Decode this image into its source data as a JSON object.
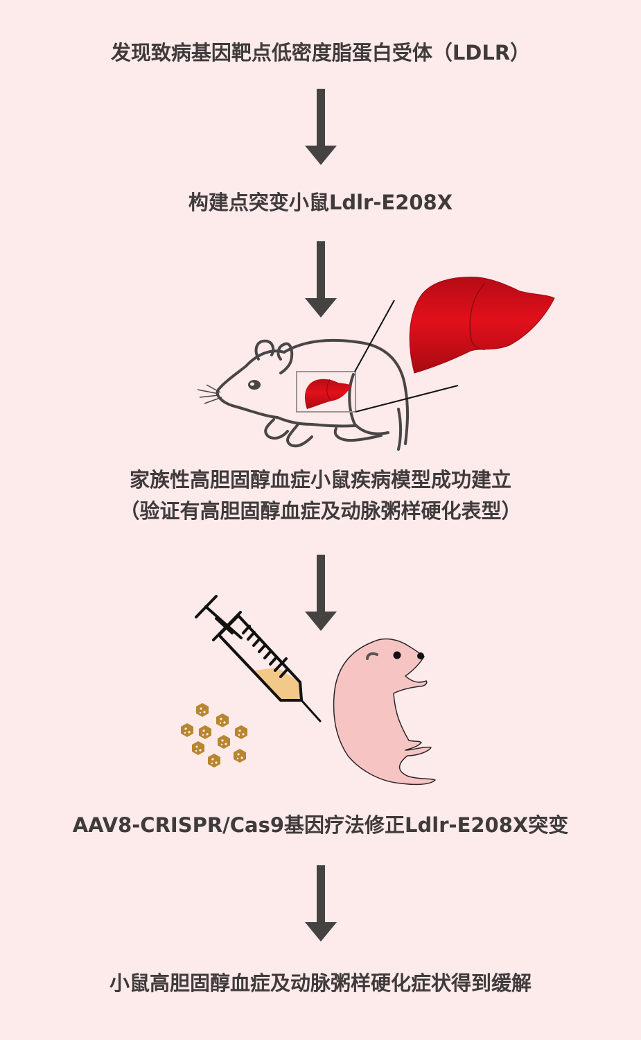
{
  "colors": {
    "background": "#fdeaea",
    "text": "#403b3b",
    "arrow": "#454242",
    "liver": "#d10d17",
    "liver_dark": "#a80a12",
    "outline": "#4a4646",
    "pup_body": "#f7c4c4",
    "syringe_fluid": "#f3c98a",
    "particle": "#b7862e"
  },
  "steps": [
    {
      "id": "step-1",
      "text": "发现致病基因靶点低密度脂蛋白受体（LDLR）"
    },
    {
      "id": "step-2",
      "text": "构建点突变小鼠Ldlr-E208X"
    },
    {
      "id": "step-3",
      "line1": "家族性高胆固醇血症小鼠疾病模型成功建立",
      "line2": "（验证有高胆固醇血症及动脉粥样硬化表型）"
    },
    {
      "id": "step-4",
      "text": "AAV8-CRISPR/Cas9基因疗法修正Ldlr-E208X突变"
    },
    {
      "id": "step-5",
      "text": "小鼠高胆固醇血症及动脉粥样硬化症状得到缓解"
    }
  ],
  "illustrations": {
    "mouse_liver": {
      "icons": [
        "mouse-outline-icon",
        "liver-icon",
        "zoom-box-icon",
        "enlarged-liver-icon"
      ]
    },
    "gene_therapy": {
      "icons": [
        "syringe-icon",
        "aav-particle-icon",
        "mouse-pup-icon"
      ],
      "particle_count": 9
    }
  }
}
